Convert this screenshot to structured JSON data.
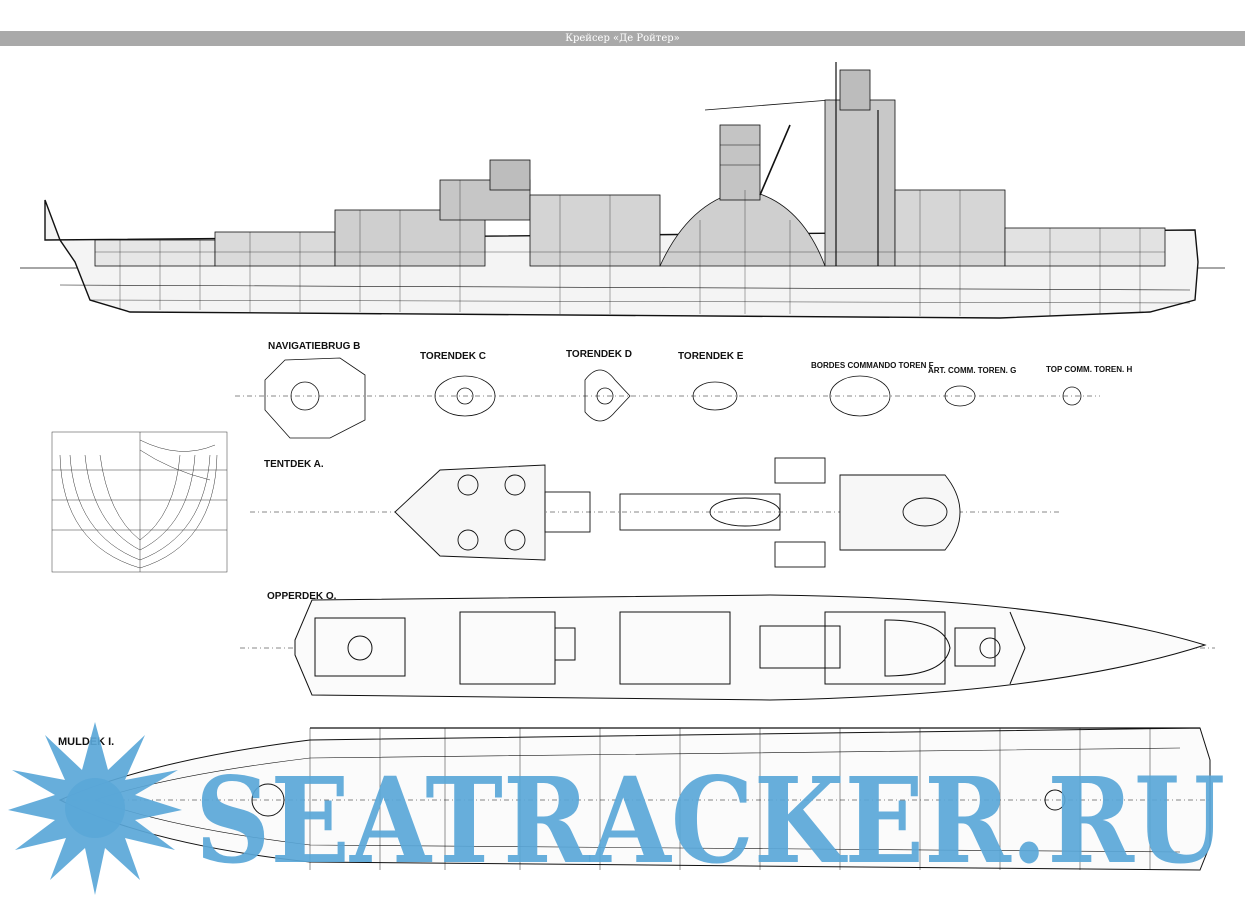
{
  "header": {
    "title": "Крейсер «Де Ройтер»"
  },
  "plans": {
    "navigatiebrug": "NAVIGATIEBRUG  B",
    "torendek_c": "TORENDEK  C",
    "torendek_d": "TORENDEK  D",
    "torendek_e": "TORENDEK  E",
    "bordes": "BORDES COMMANDO TOREN  F",
    "art_comm": "ART. COMM. TOREN.  G",
    "top_comm": "TOP COMM. TOREN.  H",
    "tentdek": "TENTDEK  A.",
    "opperdek": "OPPERDEK  O.",
    "muldek": "MULDEK  I."
  },
  "watermark": {
    "text": "SEATRACKER.RU"
  },
  "colors": {
    "title_bar": "#a9a9a9",
    "watermark": "#5aa7d8",
    "ink": "#111111"
  }
}
